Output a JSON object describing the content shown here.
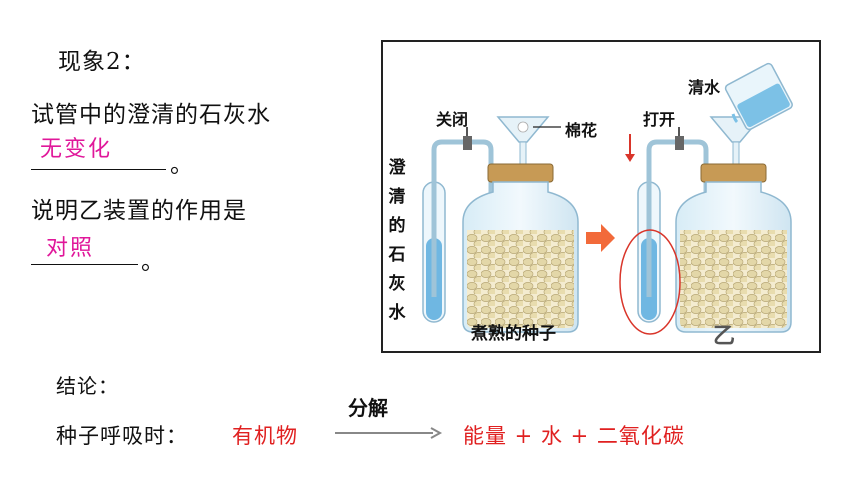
{
  "observation": {
    "title": "现象2：",
    "q1_prefix": "试管中的澄清的石灰水",
    "q1_answer": "无变化",
    "q1_end": "。",
    "q2_prefix": "说明乙装置的作用是",
    "q2_answer": "对照",
    "q2_end": "。"
  },
  "figure": {
    "closed_label": "关闭",
    "cotton_label": "棉花",
    "open_label": "打开",
    "water_label": "清水",
    "limewater_label": "澄清的石灰水",
    "seeds_label": "煮熟的种子",
    "device_label": "乙"
  },
  "conclusion": {
    "title": "结论：",
    "prefix": "种子呼吸时：",
    "reactant": "有机物",
    "arrow_label": "分解",
    "products": "能量 + 水 + 二氧化碳"
  },
  "colors": {
    "answer": "#e0179a",
    "highlight": "#e02020",
    "liquid": "#7cc1e6",
    "seeds": "#efe6c4",
    "cork": "#c79a55"
  }
}
